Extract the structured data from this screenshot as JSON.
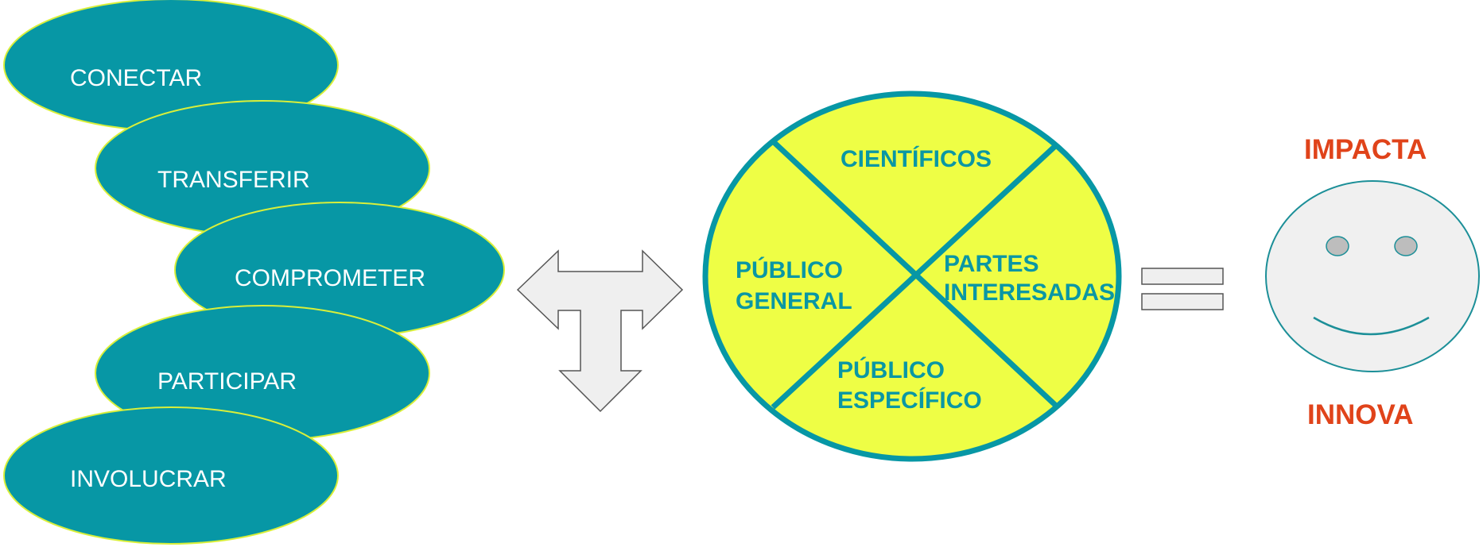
{
  "actions": {
    "items": [
      {
        "label": "CONECTAR"
      },
      {
        "label": "TRANSFERIR"
      },
      {
        "label": "COMPROMETER"
      },
      {
        "label": "PARTICIPAR"
      },
      {
        "label": "INVOLUCRAR"
      }
    ]
  },
  "audiences": {
    "top": "CIENTÍFICOS",
    "left_line1": "PÚBLICO",
    "left_line2": "GENERAL",
    "right_line1": "PARTES",
    "right_line2": "INTERESADAS",
    "bottom_line1": "PÚBLICO",
    "bottom_line2": "ESPECÍFICO"
  },
  "result": {
    "top": "IMPACTA",
    "bottom": "INNOVA"
  },
  "colors": {
    "teal": "#0797a5",
    "teal_dark": "#0a8a97",
    "oval_outline": "#d9ef3a",
    "circle_fill": "#eefe45",
    "circle_outline": "#0797a5",
    "arrow_fill": "#efefef",
    "face_fill": "#f0f0f0",
    "face_outline": "#1c8f98",
    "eye_fill": "#bdbdbd",
    "result_text": "#e0431a"
  },
  "icons": {
    "connector": "t-arrow-icon",
    "equals": "equals-icon",
    "face": "smiley-face-icon"
  }
}
